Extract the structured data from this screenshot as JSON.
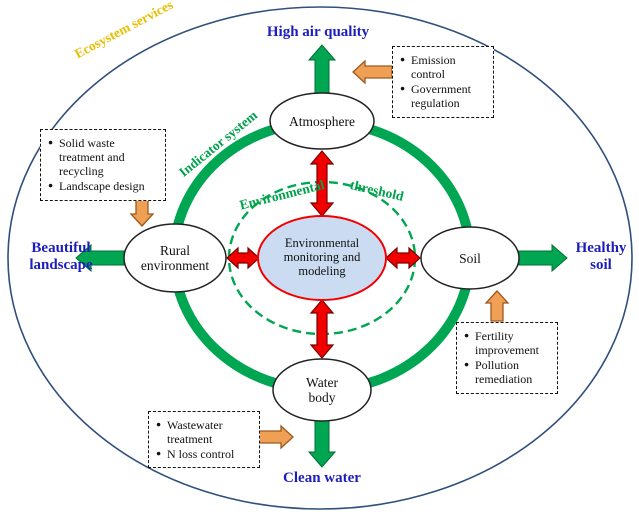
{
  "labels": {
    "ecosystem_services": "Ecosystem services",
    "indicator_system": "Indicator system",
    "environmental": "Environmental",
    "threshold": "threshold",
    "high_air_quality": "High air quality",
    "beautiful_landscape": "Beautiful landscape",
    "healthy_soil": "Healthy soil",
    "clean_water": "Clean water"
  },
  "nodes": {
    "center": "Environmental monitoring and modeling",
    "atmosphere": "Atmosphere",
    "rural": "Rural environment",
    "soil": "Soil",
    "water": "Water body"
  },
  "boxes": {
    "emission": {
      "items": [
        "Emission control",
        "Government regulation"
      ]
    },
    "waste": {
      "items": [
        "Solid waste treatment and recycling",
        "Landscape design"
      ]
    },
    "fertility": {
      "items": [
        "Fertility improvement",
        "Pollution remediation"
      ]
    },
    "wastewater": {
      "items": [
        "Wastewater treatment",
        "N loss control"
      ]
    }
  },
  "colors": {
    "outer_ellipse": "#30507c",
    "ring_green": "#00a651",
    "threshold_dash_green": "#00a651",
    "center_fill": "#cbdcf2",
    "red_arrow": "#f20000",
    "green_arrow": "#00a651",
    "orange_arrow": "#f0a055",
    "outcome_blue": "#1d1dbe",
    "ecosystem_gold": "#e9be00"
  }
}
